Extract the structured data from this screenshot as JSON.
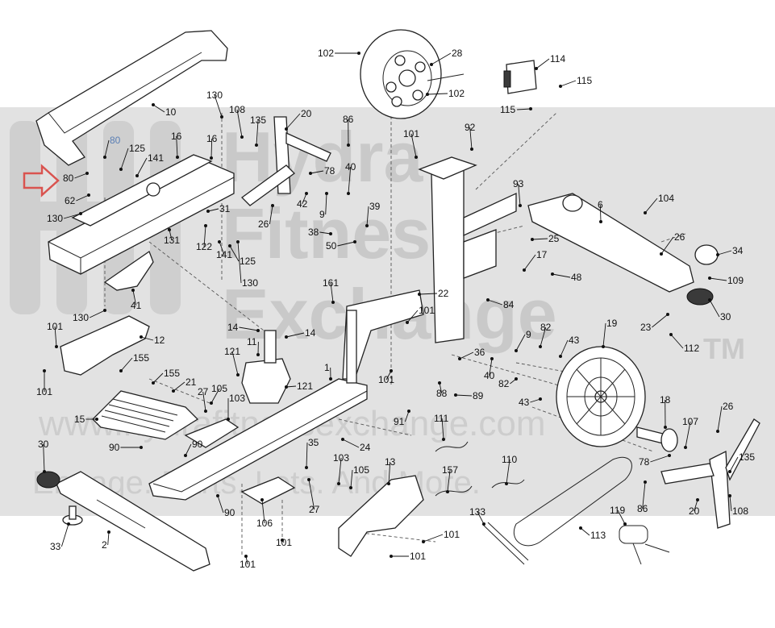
{
  "watermark": {
    "line1": "Hydra",
    "line2": "Fitness",
    "line3": "Exchange",
    "tm": "TM",
    "url": "www.hydrafitnessexchange.com",
    "tagline": "Engage. Parts. Lots. And More."
  },
  "colors": {
    "line": "#222222",
    "watermark_band": "#e2e2e2",
    "watermark_text": "#c9c9c9",
    "arrow": "#d9534f",
    "highlight_label": "#5a7fb5"
  },
  "pointer_arrow": {
    "icon": "red-outline-right-arrow"
  },
  "callouts": [
    {
      "label": "102"
    },
    {
      "label": "28"
    },
    {
      "label": "102"
    },
    {
      "label": "114"
    },
    {
      "label": "115"
    },
    {
      "label": "115"
    },
    {
      "label": "10"
    },
    {
      "label": "130"
    },
    {
      "label": "108"
    },
    {
      "label": "135"
    },
    {
      "label": "20"
    },
    {
      "label": "86"
    },
    {
      "label": "101"
    },
    {
      "label": "92"
    },
    {
      "label": "80"
    },
    {
      "label": "125"
    },
    {
      "label": "141"
    },
    {
      "label": "16"
    },
    {
      "label": "16"
    },
    {
      "label": "80"
    },
    {
      "label": "62"
    },
    {
      "label": "78"
    },
    {
      "label": "40"
    },
    {
      "label": "93"
    },
    {
      "label": "104"
    },
    {
      "label": "6"
    },
    {
      "label": "130"
    },
    {
      "label": "31"
    },
    {
      "label": "42"
    },
    {
      "label": "9"
    },
    {
      "label": "26"
    },
    {
      "label": "39"
    },
    {
      "label": "122"
    },
    {
      "label": "38"
    },
    {
      "label": "50"
    },
    {
      "label": "25"
    },
    {
      "label": "26"
    },
    {
      "label": "34"
    },
    {
      "label": "131"
    },
    {
      "label": "141"
    },
    {
      "label": "125"
    },
    {
      "label": "17"
    },
    {
      "label": "48"
    },
    {
      "label": "109"
    },
    {
      "label": "130"
    },
    {
      "label": "161"
    },
    {
      "label": "22"
    },
    {
      "label": "84"
    },
    {
      "label": "130"
    },
    {
      "label": "41"
    },
    {
      "label": "101"
    },
    {
      "label": "30"
    },
    {
      "label": "23"
    },
    {
      "label": "101"
    },
    {
      "label": "12"
    },
    {
      "label": "14"
    },
    {
      "label": "14"
    },
    {
      "label": "11"
    },
    {
      "label": "19"
    },
    {
      "label": "82"
    },
    {
      "label": "43"
    },
    {
      "label": "112"
    },
    {
      "label": "9"
    },
    {
      "label": "155"
    },
    {
      "label": "121"
    },
    {
      "label": "36"
    },
    {
      "label": "101"
    },
    {
      "label": "1"
    },
    {
      "label": "40"
    },
    {
      "label": "82"
    },
    {
      "label": "155"
    },
    {
      "label": "21"
    },
    {
      "label": "88"
    },
    {
      "label": "89"
    },
    {
      "label": "101"
    },
    {
      "label": "27"
    },
    {
      "label": "105"
    },
    {
      "label": "103"
    },
    {
      "label": "121"
    },
    {
      "label": "43"
    },
    {
      "label": "18"
    },
    {
      "label": "15"
    },
    {
      "label": "91"
    },
    {
      "label": "26"
    },
    {
      "label": "111"
    },
    {
      "label": "107"
    },
    {
      "label": "30"
    },
    {
      "label": "90"
    },
    {
      "label": "90"
    },
    {
      "label": "24"
    },
    {
      "label": "35"
    },
    {
      "label": "78"
    },
    {
      "label": "135"
    },
    {
      "label": "103"
    },
    {
      "label": "13"
    },
    {
      "label": "105"
    },
    {
      "label": "157"
    },
    {
      "label": "110"
    },
    {
      "label": "90"
    },
    {
      "label": "27"
    },
    {
      "label": "86"
    },
    {
      "label": "20"
    },
    {
      "label": "108"
    },
    {
      "label": "106"
    },
    {
      "label": "133"
    },
    {
      "label": "119"
    },
    {
      "label": "33"
    },
    {
      "label": "2"
    },
    {
      "label": "101"
    },
    {
      "label": "101"
    },
    {
      "label": "113"
    },
    {
      "label": "101"
    },
    {
      "label": "101"
    }
  ]
}
